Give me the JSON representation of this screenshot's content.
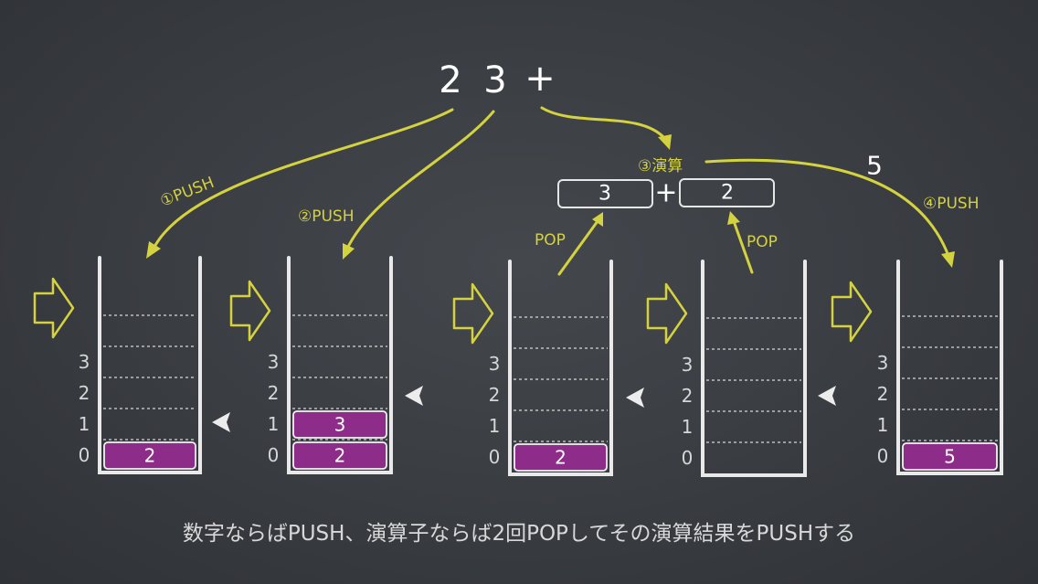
{
  "expression": {
    "tokens": [
      "2",
      "3",
      "+"
    ]
  },
  "steps": {
    "push1": "①PUSH",
    "push2": "②PUSH",
    "calc": "③演算",
    "push4": "④PUSH",
    "pop": "POP"
  },
  "operation": {
    "left": "3",
    "operator": "+",
    "right": "2",
    "result": "5"
  },
  "stacks": [
    {
      "name": "stack-1",
      "items": [
        "2"
      ]
    },
    {
      "name": "stack-2",
      "items": [
        "2",
        "3"
      ]
    },
    {
      "name": "stack-3",
      "items": [
        "2"
      ]
    },
    {
      "name": "stack-4",
      "items": []
    },
    {
      "name": "stack-5",
      "items": [
        "5"
      ]
    }
  ],
  "index_labels": [
    "0",
    "1",
    "2",
    "3"
  ],
  "caption": "数字ならばPUSH、演算子ならば2回POPしてその演算結果をPUSHする",
  "colors": {
    "chalk": "#e9e9e9",
    "accent": "#d4d23e",
    "cell": "#8e2c8a",
    "board": "#3b3e43"
  }
}
